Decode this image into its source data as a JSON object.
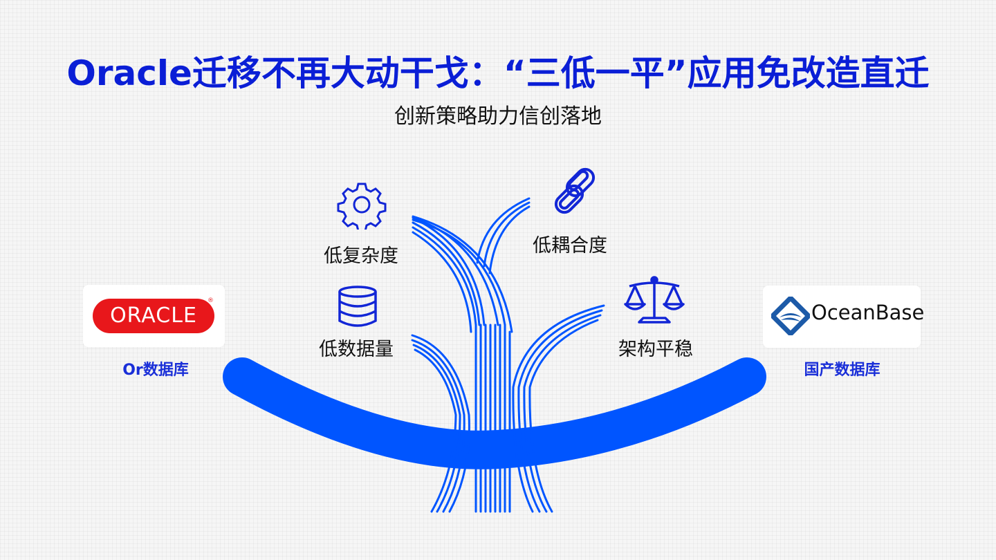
{
  "slide": {
    "title": "Oracle迁移不再大动干戈：“三低一平”应用免改造直迁",
    "subtitle": "创新策略助力信创落地"
  },
  "source_db": {
    "logo_text": "ORACLE",
    "logo_mark": "®",
    "label": "Or数据库",
    "logo_color": "#e8171b"
  },
  "target_db": {
    "logo_text": "OceanBase",
    "label": "国产数据库",
    "logo_color": "#1c5aa8"
  },
  "features": [
    {
      "icon": "gear-icon",
      "label": "低复杂度"
    },
    {
      "icon": "database-icon",
      "label": "低数据量"
    },
    {
      "icon": "link-chain-icon",
      "label": "低耦合度"
    },
    {
      "icon": "balance-scale-icon",
      "label": "架构平稳"
    }
  ],
  "colors": {
    "title": "#0a1ed6",
    "accent_blue": "#0055ff",
    "icon_blue": "#1226d6",
    "label_blue": "#1a2fd8"
  }
}
